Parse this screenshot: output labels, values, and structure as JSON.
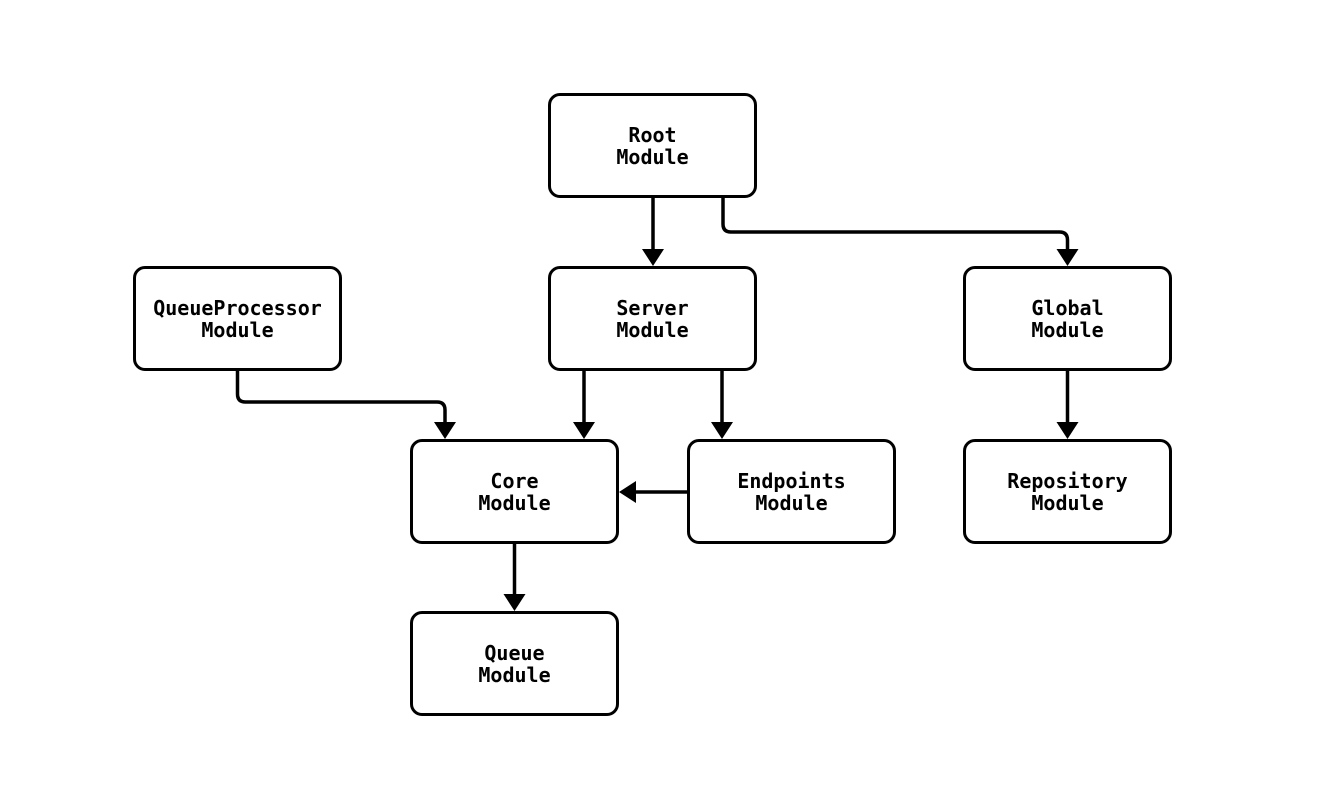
{
  "diagram": {
    "type": "flowchart",
    "background_color": "#ffffff",
    "node_fill_color": "#ffffff",
    "node_stroke_color": "#000000",
    "edge_color": "#000000",
    "nodes": [
      {
        "id": "root-module",
        "line1": "Root",
        "line2": "Module"
      },
      {
        "id": "queueprocessor-module",
        "line1": "QueueProcessor",
        "line2": "Module"
      },
      {
        "id": "server-module",
        "line1": "Server",
        "line2": "Module"
      },
      {
        "id": "global-module",
        "line1": "Global",
        "line2": "Module"
      },
      {
        "id": "core-module",
        "line1": "Core",
        "line2": "Module"
      },
      {
        "id": "endpoints-module",
        "line1": "Endpoints",
        "line2": "Module"
      },
      {
        "id": "repository-module",
        "line1": "Repository",
        "line2": "Module"
      },
      {
        "id": "queue-module",
        "line1": "Queue",
        "line2": "Module"
      }
    ],
    "edges": [
      {
        "from": "root-module",
        "to": "server-module"
      },
      {
        "from": "root-module",
        "to": "global-module"
      },
      {
        "from": "queueprocessor-module",
        "to": "core-module"
      },
      {
        "from": "server-module",
        "to": "core-module"
      },
      {
        "from": "server-module",
        "to": "endpoints-module"
      },
      {
        "from": "endpoints-module",
        "to": "core-module"
      },
      {
        "from": "global-module",
        "to": "repository-module"
      },
      {
        "from": "core-module",
        "to": "queue-module"
      }
    ]
  }
}
